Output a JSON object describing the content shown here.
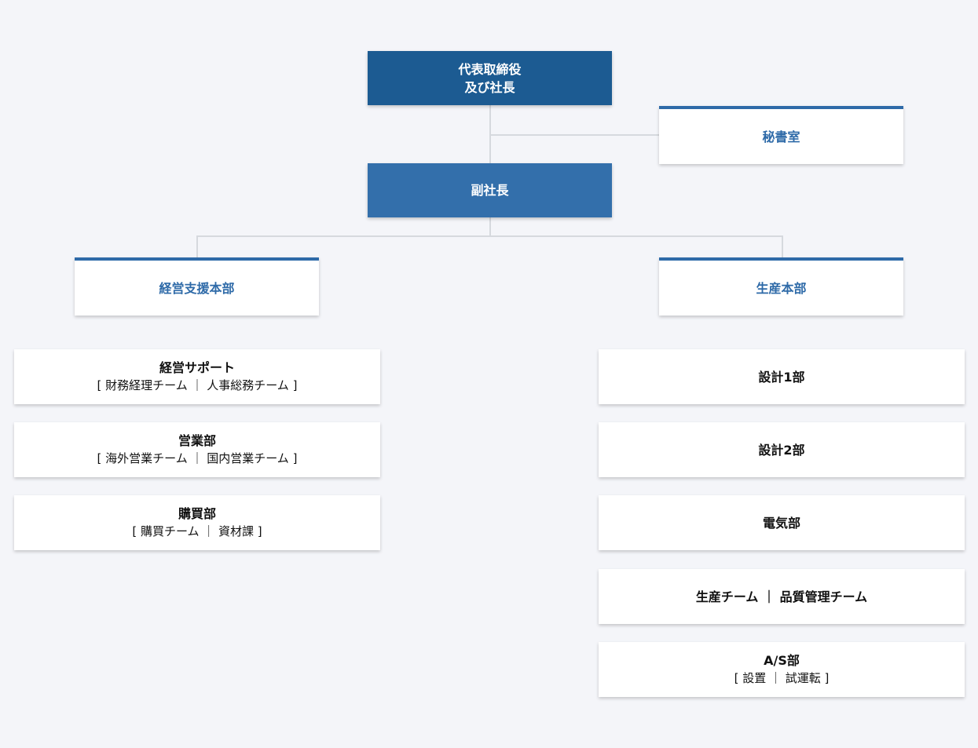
{
  "top": {
    "ceo_line1": "代表取締役",
    "ceo_line2": "及び社長",
    "secretary": "秘書室",
    "vice_president": "副社長"
  },
  "divisions": {
    "management_support": "経営支援本部",
    "production": "生産本部"
  },
  "management_departments": [
    {
      "name": "経営サポート",
      "sub": "[ 財務経理チーム ｜ 人事総務チーム ]"
    },
    {
      "name": "営業部",
      "sub": "[ 海外営業チーム ｜ 国内営業チーム ]"
    },
    {
      "name": "購買部",
      "sub": "[ 購買チーム ｜ 資材課 ]"
    }
  ],
  "production_departments": [
    {
      "name": "設計1部",
      "sub": ""
    },
    {
      "name": "設計2部",
      "sub": ""
    },
    {
      "name": "電気部",
      "sub": ""
    },
    {
      "name": "生産チーム ｜ 品質管理チーム",
      "sub": ""
    },
    {
      "name": "A/S部",
      "sub": "[ 設置 ｜ 試運転 ]"
    }
  ]
}
